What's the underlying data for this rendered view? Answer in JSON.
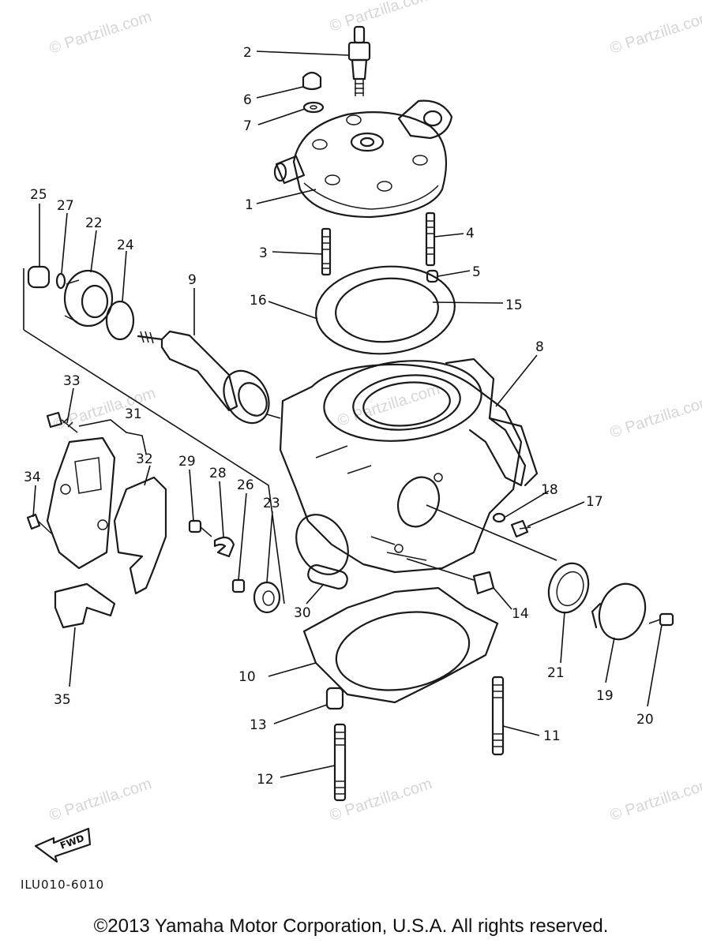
{
  "diagram": {
    "watermark": "© Partzilla.com",
    "code": "ILU010-6010",
    "fwd": "FWD",
    "copyright": "©2013  Yamaha Motor Corporation, U.S.A. All rights reserved.",
    "callouts": [
      {
        "id": "label-1",
        "text": "1"
      },
      {
        "id": "label-2",
        "text": "2"
      },
      {
        "id": "label-3",
        "text": "3"
      },
      {
        "id": "label-4",
        "text": "4"
      },
      {
        "id": "label-5",
        "text": "5"
      },
      {
        "id": "label-6",
        "text": "6"
      },
      {
        "id": "label-7",
        "text": "7"
      },
      {
        "id": "label-8",
        "text": "8"
      },
      {
        "id": "label-9",
        "text": "9"
      },
      {
        "id": "label-10",
        "text": "10"
      },
      {
        "id": "label-11",
        "text": "11"
      },
      {
        "id": "label-12",
        "text": "12"
      },
      {
        "id": "label-13",
        "text": "13"
      },
      {
        "id": "label-14",
        "text": "14"
      },
      {
        "id": "label-15",
        "text": "15"
      },
      {
        "id": "label-16",
        "text": "16"
      },
      {
        "id": "label-17",
        "text": "17"
      },
      {
        "id": "label-18",
        "text": "18"
      },
      {
        "id": "label-19",
        "text": "19"
      },
      {
        "id": "label-20",
        "text": "20"
      },
      {
        "id": "label-21",
        "text": "21"
      },
      {
        "id": "label-22",
        "text": "22"
      },
      {
        "id": "label-23",
        "text": "23"
      },
      {
        "id": "label-24",
        "text": "24"
      },
      {
        "id": "label-25",
        "text": "25"
      },
      {
        "id": "label-26",
        "text": "26"
      },
      {
        "id": "label-27",
        "text": "27"
      },
      {
        "id": "label-28",
        "text": "28"
      },
      {
        "id": "label-29",
        "text": "29"
      },
      {
        "id": "label-30",
        "text": "30"
      },
      {
        "id": "label-31",
        "text": "31"
      },
      {
        "id": "label-32",
        "text": "32"
      },
      {
        "id": "label-33",
        "text": "33"
      },
      {
        "id": "label-34",
        "text": "34"
      },
      {
        "id": "label-35",
        "text": "35"
      }
    ]
  }
}
